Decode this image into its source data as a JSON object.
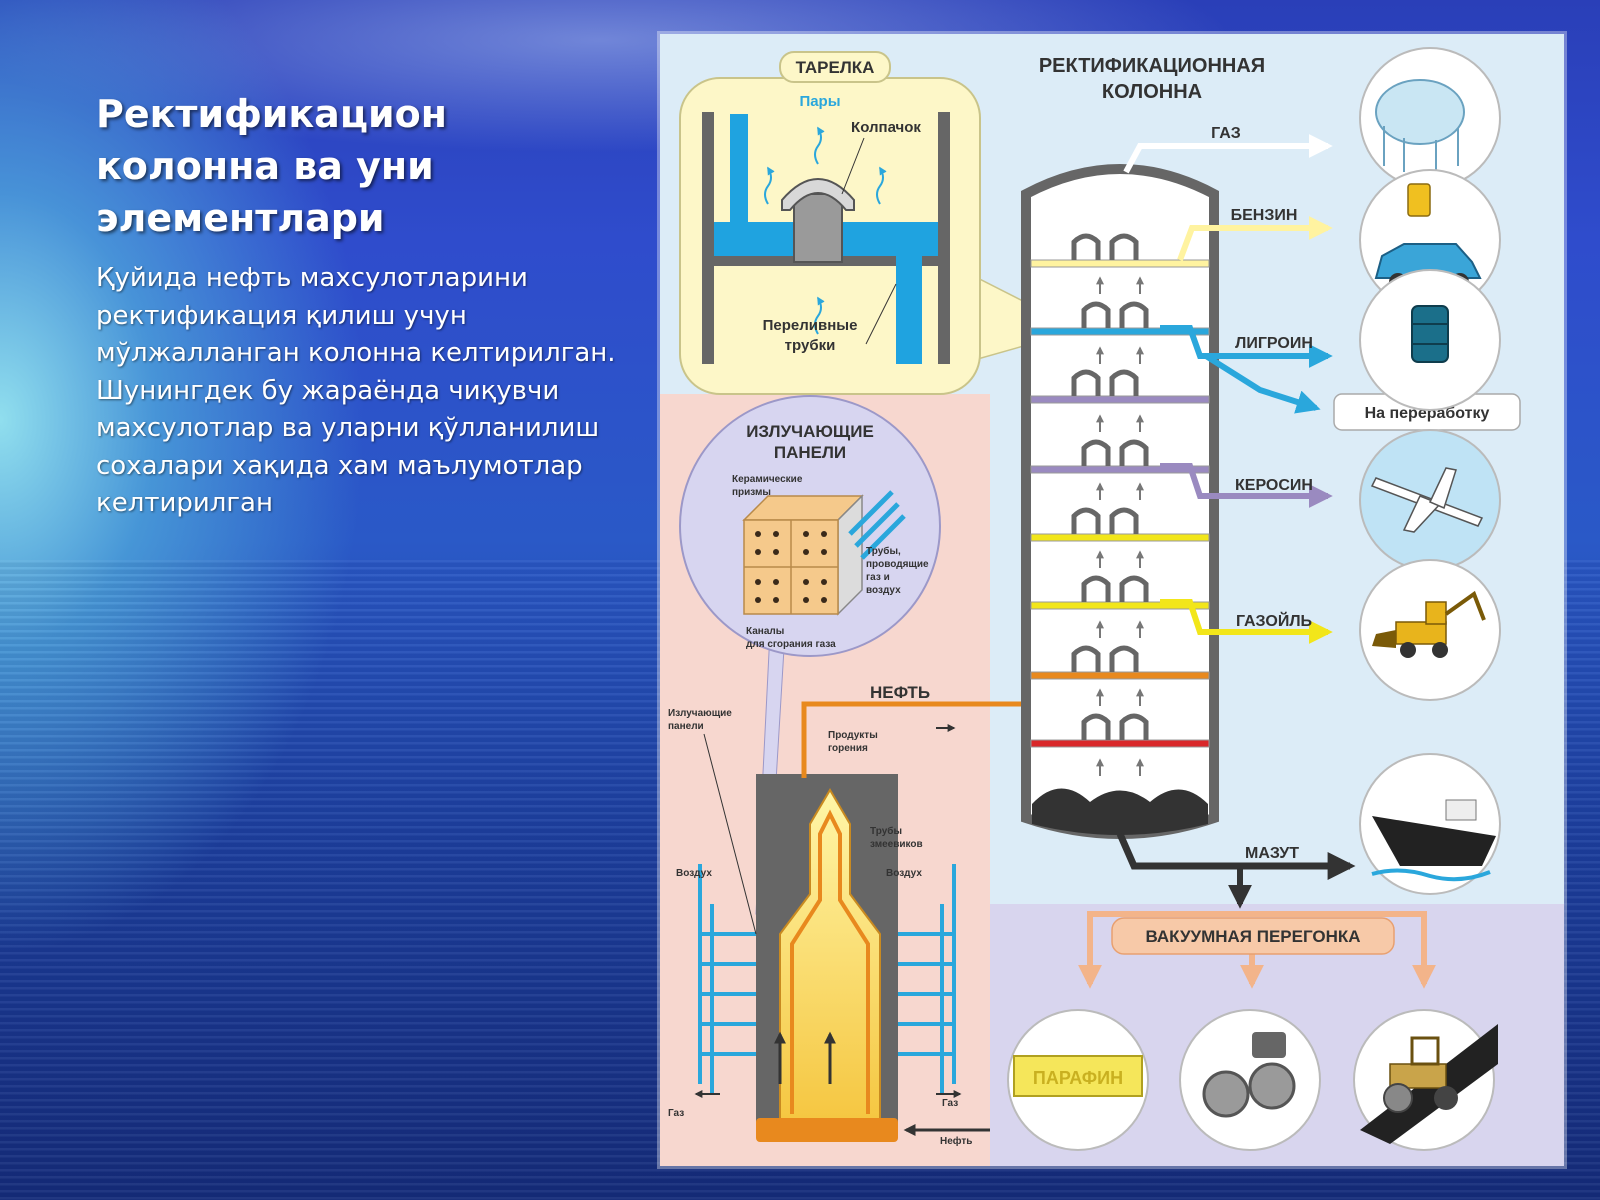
{
  "slide": {
    "title": "Ректификацион колонна ва уни элементлари",
    "body": "Қуйида нефть махсулотларини ректификация қилиш учун мўлжалланган колонна келтирилган. Шунингдек бу жараёнда чиқувчи махсулотлар ва уларни қўлланилиш сохалари хақида хам маълумотлар келтирилган"
  },
  "diagram": {
    "title_line1": "РЕКТИФИКАЦИОННАЯ",
    "title_line2": "КОЛОННА",
    "tray": {
      "title": "ТАРЕЛКА",
      "vapors": "Пары",
      "cap": "Колпачок",
      "overflow_line1": "Переливные",
      "overflow_line2": "трубки"
    },
    "panels": {
      "title_line1": "ИЗЛУЧАЮЩИЕ",
      "title_line2": "ПАНЕЛИ",
      "ceramic_line1": "Керамические",
      "ceramic_line2": "призмы",
      "tubes_line1": "Трубы,",
      "tubes_line2": "проводящие",
      "tubes_line3": "газ и",
      "tubes_line4": "воздух",
      "channels_line1": "Каналы",
      "channels_line2": "для сгорания газа"
    },
    "furnace": {
      "radiant_line1": "Излучающие",
      "radiant_line2": "панели",
      "combustion_line1": "Продукты",
      "combustion_line2": "горения",
      "coil_line1": "Трубы",
      "coil_line2": "змеевиков",
      "air_left": "Воздух",
      "air_right": "Воздух",
      "gas_left": "Газ",
      "gas_right": "Газ",
      "oil_in": "Нефть"
    },
    "feed": "НЕФТЬ",
    "fractions": {
      "gas": "ГАЗ",
      "gasoline": "БЕНЗИН",
      "ligroin": "ЛИГРОИН",
      "processing": "На переработку",
      "kerosene": "КЕРОСИН",
      "gasoil": "ГАЗОЙЛЬ",
      "fuel_oil": "МАЗУТ"
    },
    "vacuum": {
      "title": "ВАКУУМНАЯ ПЕРЕГОНКА",
      "paraffin": "ПАРАФИН"
    },
    "colors": {
      "gas": "#ffffff",
      "gasoline": "#fff3a0",
      "ligroin": "#2aa7dc",
      "kerosene": "#9a8ac0",
      "gasoil": "#f2e61a",
      "residue": "#e8891e",
      "fuel_oil": "#333333",
      "feed": "#e8891e"
    }
  }
}
